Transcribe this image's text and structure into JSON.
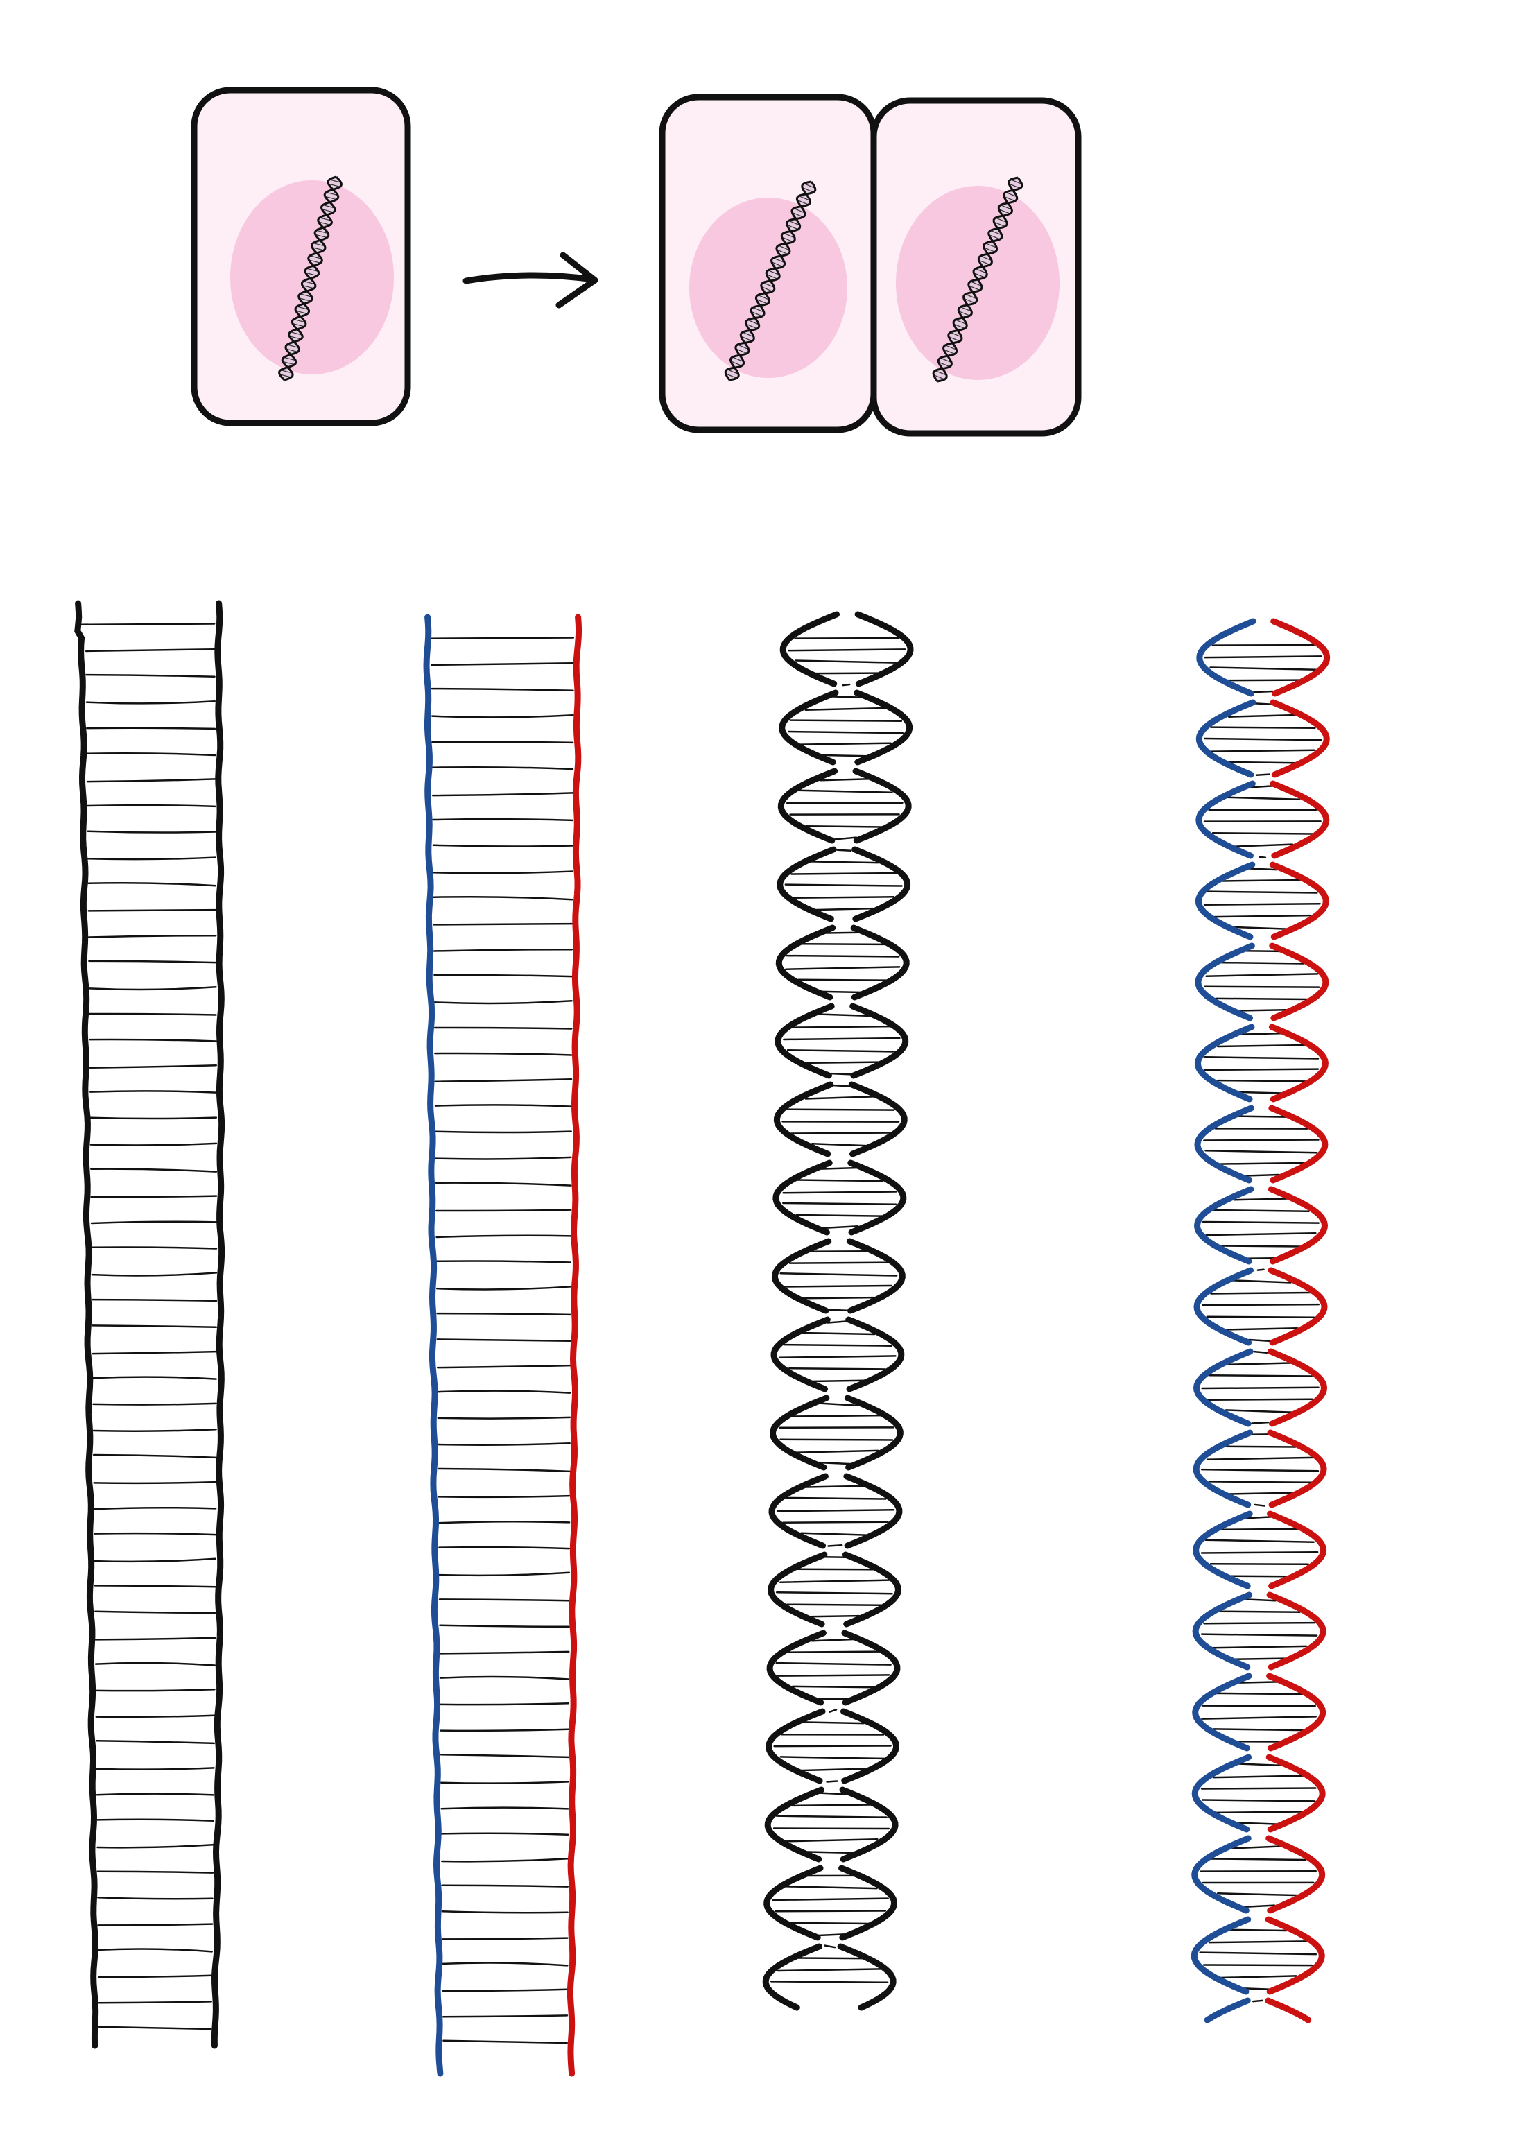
{
  "colors": {
    "ink": "#111111",
    "strand_blue": "#1f4e96",
    "strand_red": "#cc1111",
    "cell_fill": "#fdeff5",
    "nucleus_fill": "#f8c8e0",
    "mini_helix_fill": "#e6cce0"
  },
  "top_panel": {
    "cells_before_division": 1,
    "arrow_icon": "right-arrow-icon",
    "cells_after_division": 2
  },
  "strand_panels": [
    {
      "form": "ladder",
      "strand_colors": [
        "ink",
        "ink"
      ]
    },
    {
      "form": "ladder",
      "strand_colors": [
        "strand_blue",
        "strand_red"
      ]
    },
    {
      "form": "helix",
      "strand_colors": [
        "ink",
        "ink"
      ]
    },
    {
      "form": "helix",
      "strand_colors": [
        "strand_blue",
        "strand_red"
      ]
    }
  ]
}
